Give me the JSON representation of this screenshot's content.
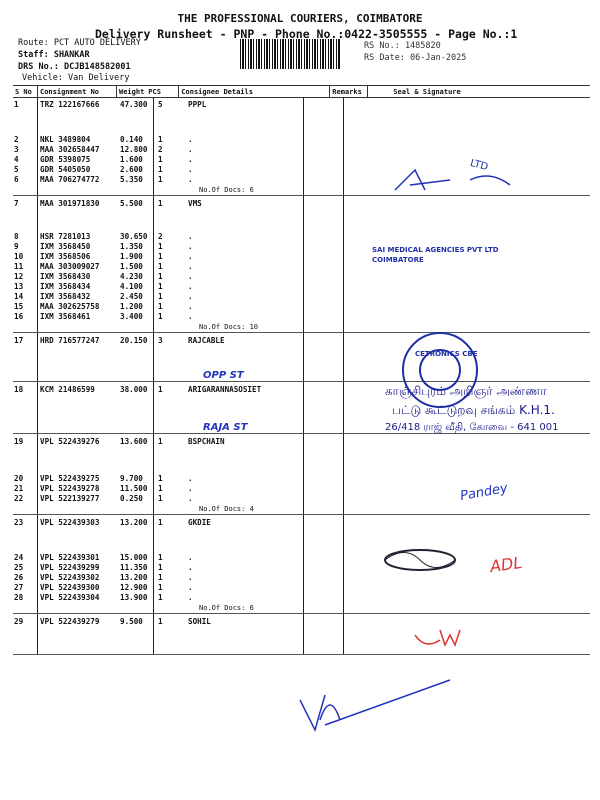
{
  "header": {
    "company": "THE PROFESSIONAL COURIERS, COIMBATORE",
    "subtitle": "Delivery Runsheet - PNP - Phone No.:0422-3505555 - Page No.:1",
    "route": "Route: PCT AUTO DELIVERY",
    "staff": "Staff: SHANKAR",
    "drs": "DRS No.: DCJB148582001",
    "vehicle": "Vehicle: Van Delivery",
    "rs_no": "RS No.: 1485820",
    "rs_date": "RS Date: 06-Jan-2025"
  },
  "columns": [
    "S No",
    "Consignment No",
    "Weight",
    "PCS",
    "Consignee Details",
    "Remarks",
    "Seal & Signature"
  ],
  "groups": [
    {
      "consignee": "PPPL",
      "docs": "No.Of Docs: 6",
      "rows": [
        [
          "1",
          "TRZ 122167666",
          "47.300",
          "5"
        ],
        [
          "2",
          "NKL 3489804",
          "0.140",
          "1"
        ],
        [
          "3",
          "MAA 302658447",
          "12.800",
          "2"
        ],
        [
          "4",
          "GDR 5398075",
          "1.600",
          "1"
        ],
        [
          "5",
          "GDR 5405050",
          "2.600",
          "1"
        ],
        [
          "6",
          "MAA 706274772",
          "5.350",
          "1"
        ]
      ]
    },
    {
      "consignee": "VMS",
      "docs": "No.Of Docs: 10",
      "rows": [
        [
          "7",
          "MAA 301971830",
          "5.500",
          "1"
        ],
        [
          "8",
          "HSR 7281013",
          "30.650",
          "2"
        ],
        [
          "9",
          "IXM 3568450",
          "1.350",
          "1"
        ],
        [
          "10",
          "IXM 3568506",
          "1.900",
          "1"
        ],
        [
          "11",
          "MAA 303009027",
          "1.500",
          "1"
        ],
        [
          "12",
          "IXM 3568430",
          "4.230",
          "1"
        ],
        [
          "13",
          "IXM 3568434",
          "4.100",
          "1"
        ],
        [
          "14",
          "IXM 3568432",
          "2.450",
          "1"
        ],
        [
          "15",
          "MAA 302625758",
          "1.200",
          "1"
        ],
        [
          "16",
          "IXM 3568461",
          "3.400",
          "1"
        ]
      ]
    },
    {
      "consignee": "RAJCABLE",
      "docs": "",
      "note": "OPP ST",
      "rows": [
        [
          "17",
          "HRD 716577247",
          "20.150",
          "3"
        ]
      ]
    },
    {
      "consignee": "ARIGARANNASOSIET",
      "docs": "",
      "note": "RAJA ST",
      "rows": [
        [
          "18",
          "KCM 21486599",
          "38.000",
          "1"
        ]
      ]
    },
    {
      "consignee": "BSPCHAIN",
      "docs": "No.Of Docs: 4",
      "rows": [
        [
          "19",
          "VPL 522439276",
          "13.600",
          "1"
        ],
        [
          "20",
          "VPL 522439275",
          "9.700",
          "1"
        ],
        [
          "21",
          "VPL 522439278",
          "11.500",
          "1"
        ],
        [
          "22",
          "VPL 522139277",
          "0.250",
          "1"
        ]
      ]
    },
    {
      "consignee": "GKDIE",
      "docs": "No.Of Docs: 6",
      "rows": [
        [
          "23",
          "VPL 522439303",
          "13.200",
          "1"
        ],
        [
          "24",
          "VPL 522439301",
          "15.000",
          "1"
        ],
        [
          "25",
          "VPL 522439299",
          "11.350",
          "1"
        ],
        [
          "26",
          "VPL 522439302",
          "13.200",
          "1"
        ],
        [
          "27",
          "VPL 522439300",
          "12.900",
          "1"
        ],
        [
          "28",
          "VPL 522439304",
          "13.900",
          "1"
        ]
      ]
    },
    {
      "consignee": "SOHIL",
      "docs": "",
      "rows": [
        [
          "29",
          "VPL 522439279",
          "9.500",
          "1"
        ]
      ]
    }
  ],
  "stamps": {
    "ltd": "LTD",
    "tamil_line1": "காஞ்சிபுரம் அறிஞர் அண்ணா",
    "tamil_line2": "பட்டு கூட்டுறவு சங்கம் K.H.1.",
    "tamil_line3": "26/418 ராஜ் வீதி, கோவை - 641 001",
    "round": "CETRONICS CBE",
    "medical": "SAI MEDICAL AGENCIES PVT LTD COIMBATORE",
    "signature_name": "Pandey",
    "adl": "ADL"
  }
}
